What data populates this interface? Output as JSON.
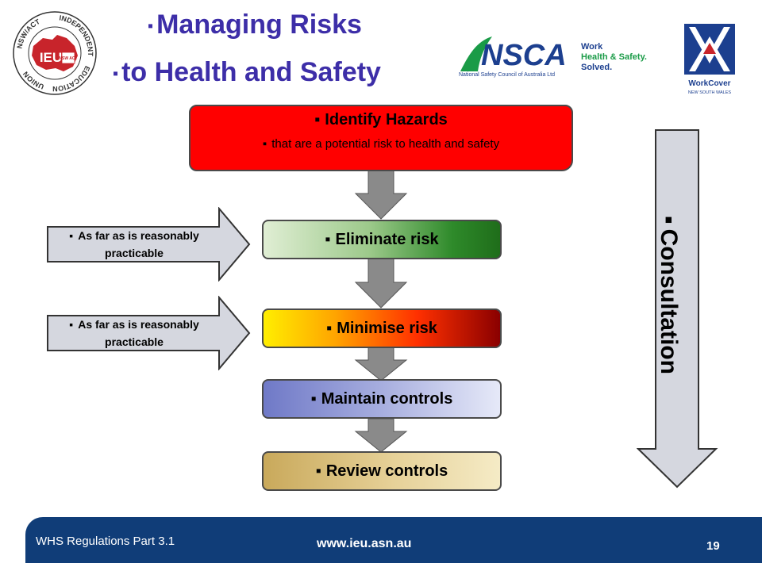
{
  "title": {
    "line1": "Managing Risks",
    "line2": "to Health and Safety"
  },
  "logos": {
    "ieu": {
      "ring_top": "INDEPENDENT",
      "ring_right": "EDUCATION",
      "ring_bottom": "UNION",
      "ring_left": "NSW/ACT",
      "center": "IEU",
      "badge": "NSW ACT"
    },
    "nsca": {
      "name": "NSCA",
      "subtitle": "National Safety Council of Australia Ltd",
      "tagline": [
        "Work",
        "Health & Safety.",
        "Solved."
      ]
    },
    "workcover": {
      "name": "WorkCover",
      "sub": "NEW SOUTH WALES"
    }
  },
  "flow": {
    "identify": {
      "title": "Identify Hazards",
      "subtitle": "that are a potential risk to health and safety"
    },
    "steps": [
      {
        "label": "Eliminate risk"
      },
      {
        "label": "Minimise risk"
      },
      {
        "label": "Maintain controls"
      },
      {
        "label": "Review controls"
      }
    ],
    "side_notes": [
      {
        "text": "As far as is reasonably practicable"
      },
      {
        "text": "As far as is reasonably practicable"
      }
    ],
    "consultation": "Consultation"
  },
  "footer": {
    "reference": "WHS Regulations Part 3.1",
    "url": "www.ieu.asn.au",
    "page_number": "19"
  },
  "colors": {
    "title": "#3d2ea8",
    "hazard": "#ff0000",
    "footer": "#103d78",
    "arrow_fill": "#d5d7df",
    "down_arrow": "#8a8a8a"
  }
}
